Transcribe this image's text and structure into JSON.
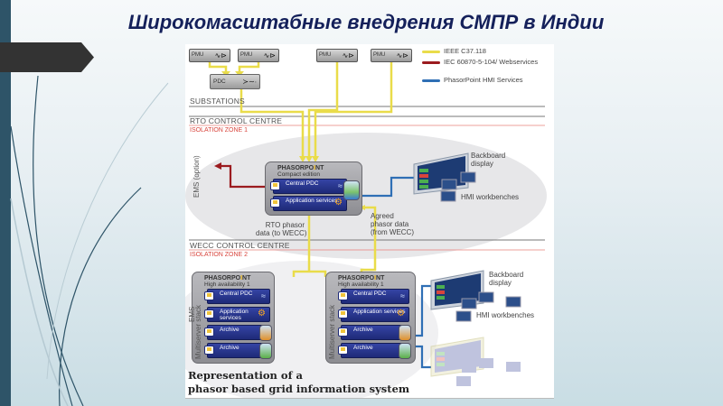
{
  "slide": {
    "title": "Широкомасштабные внедрения СМПР в Индии"
  },
  "diagram": {
    "pmus": [
      "PMU",
      "PMU",
      "PMU",
      "PMU"
    ],
    "pdc_label": "PDC",
    "zones": {
      "substations": "SUBSTATIONS",
      "rto": "RTO CONTROL CENTRE",
      "isolation1": "ISOLATION ZONE 1",
      "wecc": "WECC CONTROL CENTRE",
      "isolation2": "ISOLATION ZONE 2"
    },
    "legend": [
      {
        "label": "IEEE C37.118",
        "color": "#e9dc4a"
      },
      {
        "label": "IEC 60870-5-104/ Webservices",
        "color": "#9b1b1f"
      },
      {
        "label": "PhasorPoint HMI Services",
        "color": "#2f6fb5"
      }
    ],
    "rto_box": {
      "brand_a": "PHASORPO",
      "brand_i": "I",
      "brand_b": "NT",
      "edition": "Compact edition",
      "modules": [
        "Central PDC",
        "Application services"
      ]
    },
    "wecc_boxes": [
      {
        "brand_a": "PHASORPO",
        "brand_i": "I",
        "brand_b": "NT",
        "edition": "High availability 1",
        "stack_label": "Multiserver stack",
        "modules": [
          "Central PDC",
          "Application services",
          "Archive",
          "Archive"
        ]
      },
      {
        "brand_a": "PHASORPO",
        "brand_i": "I",
        "brand_b": "NT",
        "edition": "High availability 1",
        "stack_label": "Multiserver stack",
        "modules": [
          "Central PDC",
          "Application services",
          "Archive",
          "Archive"
        ]
      }
    ],
    "labels": {
      "ems_option": "EMS (option)",
      "ems": "EMS",
      "rto_phasor_1": "RTO phasor",
      "rto_phasor_2": "data (to WECC)",
      "agreed_1": "Agreed",
      "agreed_2": "phasor data",
      "agreed_3": "(from WECC)",
      "backboard_1": "Backboard",
      "backboard_2": "display",
      "hmi": "HMI workbenches",
      "backboard2_1": "Backboard",
      "backboard2_2": "display",
      "hmi2": "HMI workbenches"
    },
    "caption_1": "Representation of a",
    "caption_2": "phasor based grid information system"
  }
}
